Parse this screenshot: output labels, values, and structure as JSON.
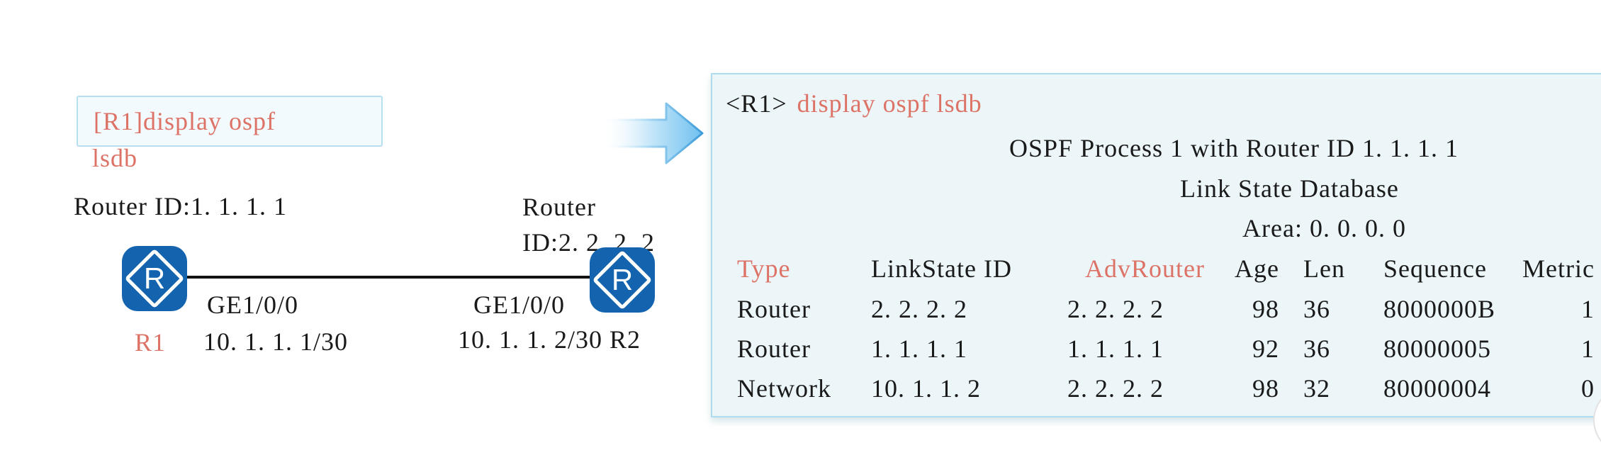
{
  "diagram": {
    "command_box": {
      "line1": "[R1]display ospf",
      "line2": "lsdb"
    },
    "r1": {
      "router_id_label": "Router ID:1. 1. 1. 1",
      "name": "R1",
      "interface": "GE1/0/0",
      "ip": "10. 1. 1. 1/30",
      "icon_letter": "R"
    },
    "r2": {
      "router_id_line1": "Router",
      "router_id_line2": "ID:2. 2. 2. 2",
      "interface": "GE1/0/0",
      "ip_and_name": "10. 1. 1. 2/30 R2",
      "icon_letter": "R"
    }
  },
  "terminal": {
    "prompt": "<R1>",
    "command": "display ospf lsdb",
    "line1": "OSPF Process 1 with Router ID 1. 1. 1. 1",
    "line2": "Link State Database",
    "line3": "Area: 0. 0. 0. 0",
    "table": {
      "headers": [
        "Type",
        "LinkState ID",
        "AdvRouter",
        "Age",
        "Len",
        "Sequence",
        "Metric"
      ],
      "rows": [
        [
          "Router",
          "2. 2. 2. 2",
          "2. 2. 2. 2",
          "98",
          "36",
          "8000000B",
          "1"
        ],
        [
          "Router",
          "1. 1. 1. 1",
          "1. 1. 1. 1",
          "92",
          "36",
          "80000005",
          "1"
        ],
        [
          "Network",
          "10. 1. 1. 2",
          "2. 2. 2. 2",
          "98",
          "32",
          "80000004",
          "0"
        ]
      ]
    }
  },
  "icons": {
    "router": "blue rounded square with white diamond outline and letter R",
    "flow_arrow": "right block arrow, white-to-blue gradient"
  },
  "colors": {
    "salmon": "#dd7266",
    "ink": "#1a1a1a",
    "panel-bg": "#ecf6f9",
    "panel-border": "#aedcec",
    "box-bg": "#f3fafd",
    "box-border": "#b6dff0",
    "icon-blue": "#1463af"
  }
}
